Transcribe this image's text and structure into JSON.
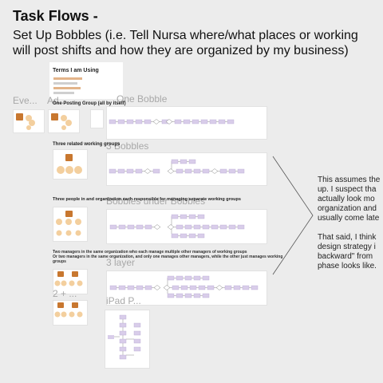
{
  "page": {
    "title": "Task Flows -",
    "subtitle": "Set Up Bobbles (i.e. Tell Nursa where/what places or working\nwill post shifts and how they are organized by my business)"
  },
  "terms_card": {
    "heading": "Terms I am Using"
  },
  "left_labels": {
    "every": "Eve...",
    "ad": "Ad...",
    "two_plus": "2 + ..."
  },
  "sections": [
    {
      "faded_label": "One Bobble",
      "caption": "One Posting Group (all by itself)"
    },
    {
      "faded_label": "3 Bobbles",
      "caption": "Three related working groups"
    },
    {
      "faded_label": "Bobbles under Bobbles",
      "caption": "Three people in and organization each responsible for managing separate working groups"
    },
    {
      "faded_label": "3 layer",
      "caption": "Two managers in the same organization who each  manage multiple other managers of working groups\nOr two managers in the same organization, and only one manages other managers, while the other just manages working groups"
    }
  ],
  "ipad_label": "iPad P...",
  "side_note": "This assumes the\nup. I suspect tha\nactually look mo\norganization and\nusually come late\n\nThat said, I think\ndesign strategy i\nbackward\" from\nphase looks like.",
  "colors": {
    "background": "#ececec",
    "node": "#d9cdea",
    "accent_orange": "#c8772f",
    "circle": "#f3cf9e"
  }
}
